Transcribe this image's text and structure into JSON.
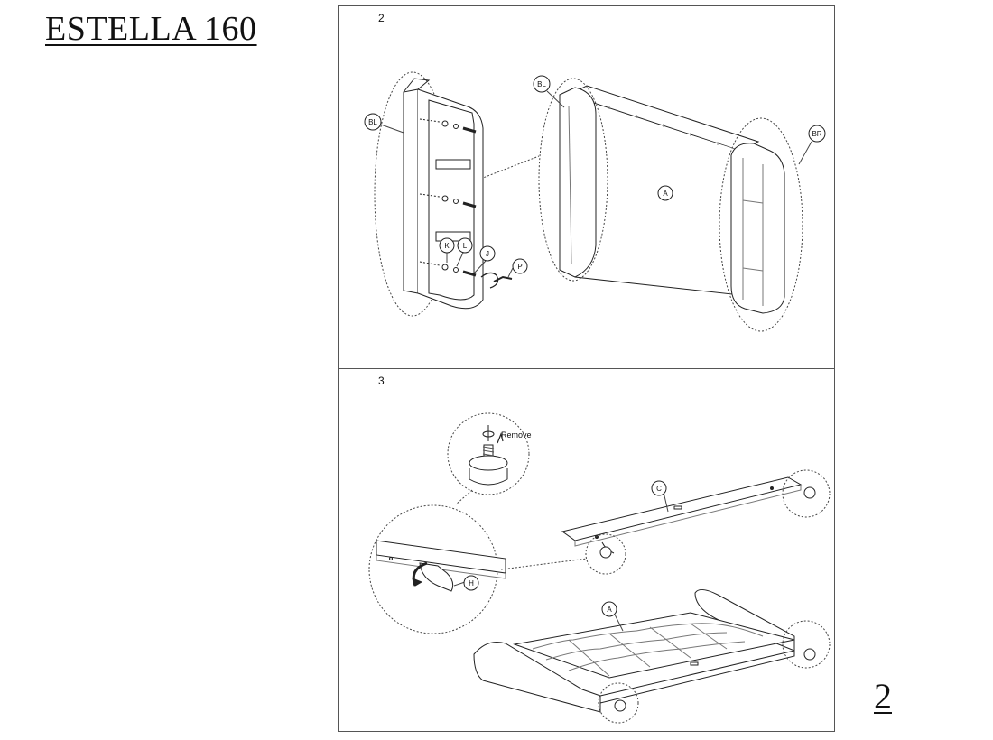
{
  "document": {
    "title": "ESTELLA 160",
    "page_number": "2"
  },
  "steps": [
    {
      "number": "2",
      "callouts": {
        "bl_1": "BL",
        "bl_2": "BL",
        "br": "BR",
        "a": "A",
        "k": "K",
        "l": "L",
        "j": "J",
        "p": "P"
      }
    },
    {
      "number": "3",
      "remove_label": "Remove",
      "callouts": {
        "c": "C",
        "h": "H",
        "a": "A"
      }
    }
  ]
}
